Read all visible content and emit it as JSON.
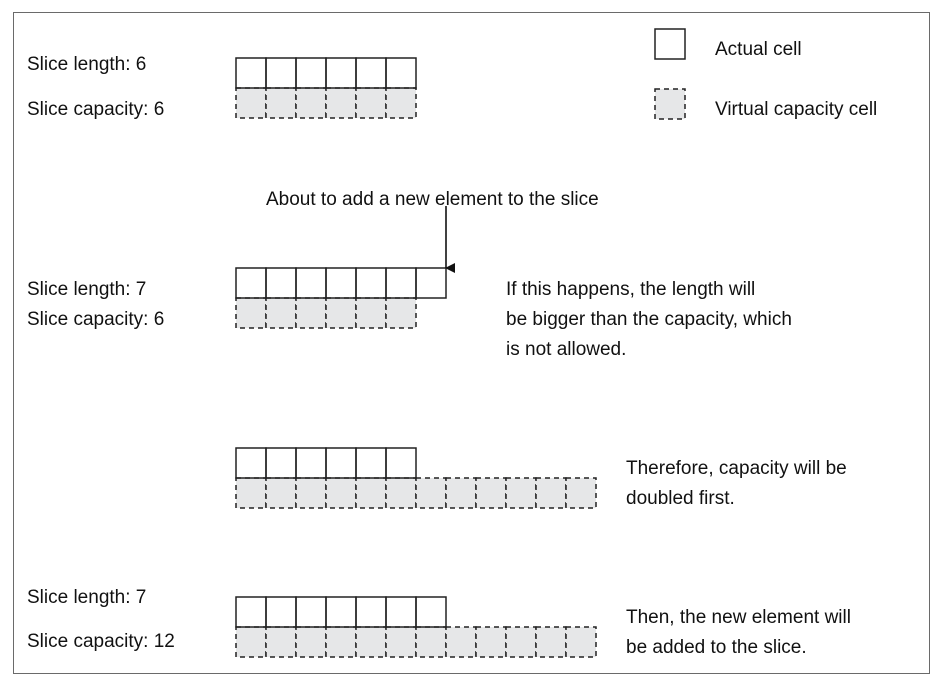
{
  "legend": {
    "actual_label": "Actual cell",
    "virtual_label": "Virtual capacity cell"
  },
  "stage1": {
    "length_label": "Slice length: 6",
    "capacity_label": "Slice capacity: 6",
    "actual_cells": 6,
    "virtual_cells": 6
  },
  "stage2": {
    "annotation": "About to add a new element to the slice",
    "length_label": "Slice length: 7",
    "capacity_label": "Slice capacity: 6",
    "actual_cells": 7,
    "virtual_cells": 6,
    "note_lines": [
      "If this happens, the length will",
      "be bigger than the capacity, which",
      "is not allowed."
    ]
  },
  "stage3": {
    "actual_cells": 6,
    "virtual_cells": 12,
    "note_lines": [
      "Therefore, capacity will be",
      "doubled first."
    ]
  },
  "stage4": {
    "length_label": "Slice length: 7",
    "capacity_label": "Slice capacity: 12",
    "actual_cells": 7,
    "virtual_cells": 12,
    "note_lines": [
      "Then, the new element will",
      "be added to the slice."
    ]
  },
  "colors": {
    "cell_stroke": "#222222",
    "virtual_fill": "#e6e7e8",
    "frame": "#6a6a6a",
    "text": "#111111"
  }
}
